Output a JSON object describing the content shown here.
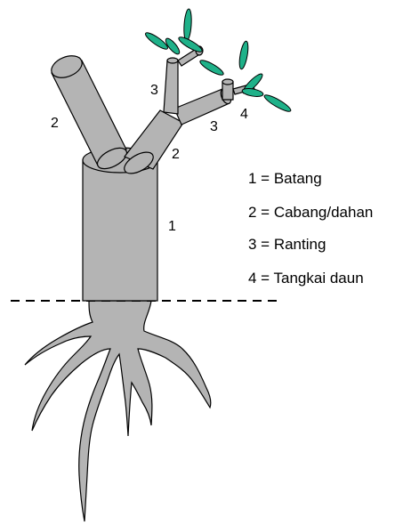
{
  "diagram": {
    "number_labels": {
      "stem": "1",
      "big_branch_left": "2",
      "big_branch_right": "2",
      "twig_upper": "3",
      "twig_right": "3",
      "petiole": "4"
    },
    "legend": [
      {
        "text": "1 = Batang"
      },
      {
        "text": "2 = Cabang/dahan"
      },
      {
        "text": "3 = Ranting"
      },
      {
        "text": "4 = Tangkai daun"
      }
    ]
  },
  "colors": {
    "wood": "#b4b4b4",
    "wood_shadow": "#9a9a9a",
    "leaf": "#1fb189",
    "outline": "#000000",
    "ground_line": "#000000"
  }
}
